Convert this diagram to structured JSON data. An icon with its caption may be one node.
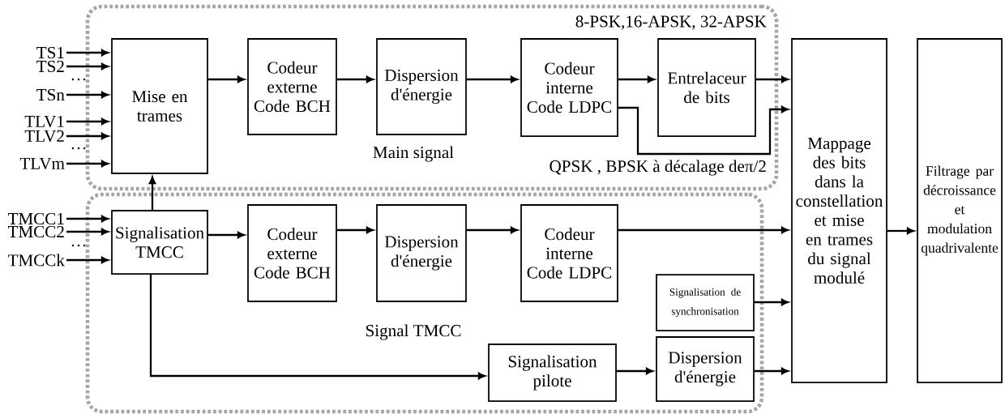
{
  "diagram": {
    "nodes": [
      {
        "text": [
          "Main signal"
        ]
      },
      {
        "text": [
          "Mise en trames"
        ],
        "in": 0
      },
      {
        "text": [
          "Codeur externe Code BCH"
        ],
        "in": 0
      },
      {
        "text": [
          "Dispersion d'énergie"
        ],
        "in": 0
      },
      {
        "text": [
          "Codeur interne Code LDPC"
        ],
        "in": 0
      },
      {
        "text": [
          "Entrelaceur de bits"
        ],
        "in": 0
      },
      {
        "text": [
          "Mappage des bits dans la constellation et mise en trames du signal modulé"
        ]
      },
      {
        "text": [
          "Filtrage par décroissance et modulation quadrivalente"
        ]
      },
      {
        "text": [
          "Signal TMCC"
        ]
      },
      {
        "text": [
          "Signalisation TMCC"
        ],
        "in": 8
      },
      {
        "text": [
          "Codeur externe Code BCH"
        ],
        "in": 8
      },
      {
        "text": [
          "Dispersion d'énergie"
        ],
        "in": 8
      },
      {
        "text": [
          "Codeur interne Code LDPC"
        ],
        "in": 8
      },
      {
        "text": [
          "Signalisation de synchronisation"
        ],
        "in": 8
      },
      {
        "text": [
          "Signalisation pilote"
        ],
        "in": 8
      },
      {
        "text": [
          "Dispersion d'énergie"
        ],
        "in": 8
      },
      {
        "text": [
          "TS1"
        ]
      },
      {
        "text": [
          "TS2"
        ]
      },
      {
        "text": [
          "TSn"
        ]
      },
      {
        "text": [
          "TLV1"
        ]
      },
      {
        "text": [
          "TLV2"
        ]
      },
      {
        "text": [
          "TLVm"
        ]
      },
      {
        "text": [
          "TMCC1"
        ]
      },
      {
        "text": [
          "TMCC2"
        ]
      },
      {
        "text": [
          "TMCCk"
        ]
      }
    ],
    "edges": [
      {
        "from": 16,
        "to": 1,
        "arrow": "to"
      },
      {
        "from": 17,
        "to": 1,
        "arrow": "to"
      },
      {
        "from": 18,
        "to": 1,
        "arrow": "to"
      },
      {
        "from": 19,
        "to": 1,
        "arrow": "to"
      },
      {
        "from": 20,
        "to": 1,
        "arrow": "to"
      },
      {
        "from": 21,
        "to": 1,
        "arrow": "to"
      },
      {
        "from": 1,
        "to": 2,
        "arrow": "to"
      },
      {
        "from": 2,
        "to": 3,
        "arrow": "to"
      },
      {
        "from": 3,
        "to": 4,
        "arrow": "to"
      },
      {
        "from": 4,
        "to": 5,
        "arrow": "to"
      },
      {
        "from": 5,
        "to": 6,
        "arrow": "to"
      },
      {
        "from": 4,
        "to": 6,
        "arrow": "to"
      },
      {
        "from": 22,
        "to": 9,
        "arrow": "to"
      },
      {
        "from": 23,
        "to": 9,
        "arrow": "to"
      },
      {
        "from": 24,
        "to": 9,
        "arrow": "to"
      },
      {
        "from": 9,
        "to": 1,
        "arrow": "to"
      },
      {
        "from": 9,
        "to": 10,
        "arrow": "to"
      },
      {
        "from": 10,
        "to": 11,
        "arrow": "to"
      },
      {
        "from": 11,
        "to": 12,
        "arrow": "to"
      },
      {
        "from": 12,
        "to": 6,
        "arrow": "to"
      },
      {
        "from": 13,
        "to": 6,
        "arrow": "to"
      },
      {
        "from": 9,
        "to": 14,
        "arrow": "to"
      },
      {
        "from": 14,
        "to": 15,
        "arrow": "to"
      },
      {
        "from": 15,
        "to": 6,
        "arrow": "to"
      },
      {
        "from": 6,
        "to": 7,
        "arrow": "to"
      }
    ],
    "labels": [
      "8-PSK,16-APSK, 32-APSK",
      "…",
      "…",
      "QPSK , BPSK à décalage deπ/2",
      "…"
    ]
  }
}
